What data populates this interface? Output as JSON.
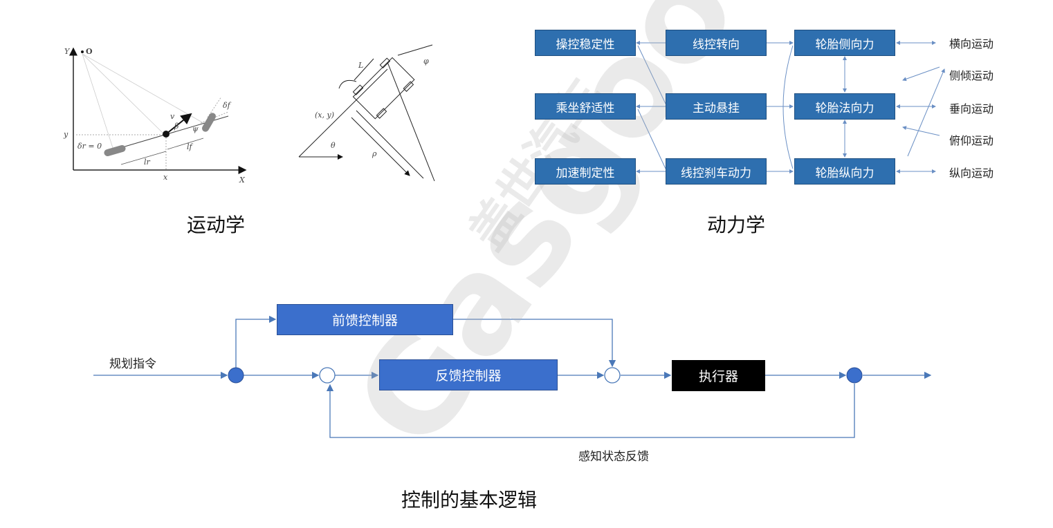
{
  "watermark": {
    "latin": "Gasgoo",
    "cn": "盖世汽车"
  },
  "kinematics": {
    "caption": "运动学",
    "labels": {
      "Y": "Y",
      "O": "O",
      "X": "X",
      "y": "y",
      "x": "x",
      "delta_r": "δr = 0",
      "v": "v",
      "beta": "β",
      "psi": "ψ",
      "delta_f": "δf",
      "l_f": "lf",
      "l_r": "lr",
      "L": "L",
      "phi": "φ",
      "xy": "(x, y)",
      "theta": "θ",
      "rho": "ρ"
    }
  },
  "dynamics": {
    "caption": "动力学",
    "col1": [
      "操控稳定性",
      "乘坐舒适性",
      "加速制定性"
    ],
    "col2": [
      "线控转向",
      "主动悬挂",
      "线控刹车动力"
    ],
    "col3": [
      "轮胎侧向力",
      "轮胎法向力",
      "轮胎纵向力"
    ],
    "motions": [
      "横向运动",
      "侧倾运动",
      "垂向运动",
      "俯仰运动",
      "纵向运动"
    ]
  },
  "control": {
    "caption": "控制的基本逻辑",
    "input_label": "规划指令",
    "feedforward": "前馈控制器",
    "feedback": "反馈控制器",
    "actuator": "执行器",
    "feedback_label": "感知状态反馈"
  },
  "colors": {
    "dyn_box": "#2e6faf",
    "ctl_box": "#3b6fcc",
    "actuator": "#000000",
    "line": "#4a78b8"
  }
}
